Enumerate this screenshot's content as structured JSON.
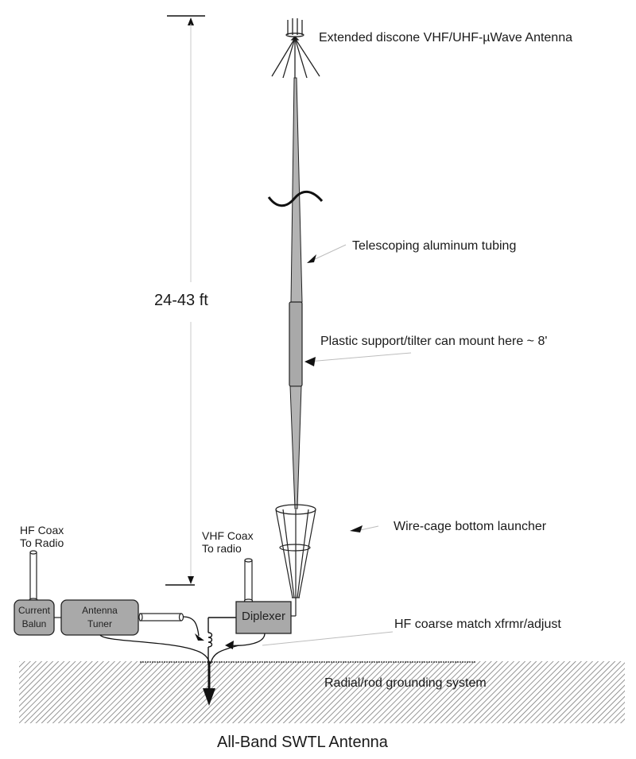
{
  "title": "All-Band SWTL Antenna",
  "dimension": {
    "label": "24-43 ft"
  },
  "callouts": {
    "discone": "Extended discone VHF/UHF-µWave Antenna",
    "tubing": "Telescoping  aluminum tubing",
    "support": "Plastic support/tilter can mount here ~ 8'",
    "launcher": "Wire-cage bottom launcher",
    "matcher": "HF coarse match xfrmr/adjust",
    "ground": "Radial/rod grounding system"
  },
  "coax_labels": {
    "hf_line1": "HF Coax",
    "hf_line2": "To Radio",
    "vhf_line1": "VHF Coax",
    "vhf_line2": "To radio"
  },
  "boxes": {
    "balun_line1": "Current",
    "balun_line2": "Balun",
    "tuner_line1": "Antenna",
    "tuner_line2": "Tuner",
    "diplexer": "Diplexer"
  },
  "colors": {
    "box_fill": "#a9a9a9",
    "mast_fill": "#b3b3b3",
    "line": "#1a1a1a",
    "leader": "#bdbdbd"
  }
}
